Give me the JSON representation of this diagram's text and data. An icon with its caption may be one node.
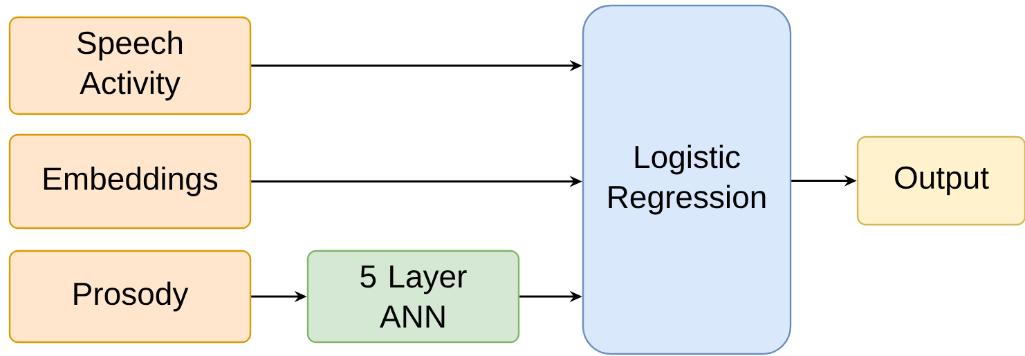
{
  "diagram": {
    "nodes": [
      {
        "text": [
          "Speech Activity"
        ]
      },
      {
        "text": [
          "Embeddings"
        ]
      },
      {
        "text": [
          "Prosody"
        ]
      },
      {
        "text": [
          "5 Layer ANN"
        ]
      },
      {
        "text": [
          "Logistic Regression"
        ]
      },
      {
        "text": [
          "Output"
        ]
      }
    ],
    "edges": [
      {
        "from": 0,
        "to": 4,
        "arrow": "to"
      },
      {
        "from": 1,
        "to": 4,
        "arrow": "to"
      },
      {
        "from": 2,
        "to": 3,
        "arrow": "to"
      },
      {
        "from": 3,
        "to": 4,
        "arrow": "to"
      },
      {
        "from": 4,
        "to": 5,
        "arrow": "to"
      }
    ]
  }
}
